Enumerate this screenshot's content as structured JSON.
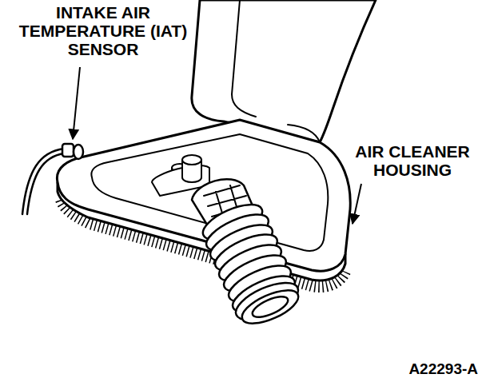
{
  "diagram": {
    "labels": [
      "INTAKE AIR TEMPERATURE (IAT) SENSOR",
      "AIR CLEANER HOUSING",
      "A22293-A"
    ]
  }
}
